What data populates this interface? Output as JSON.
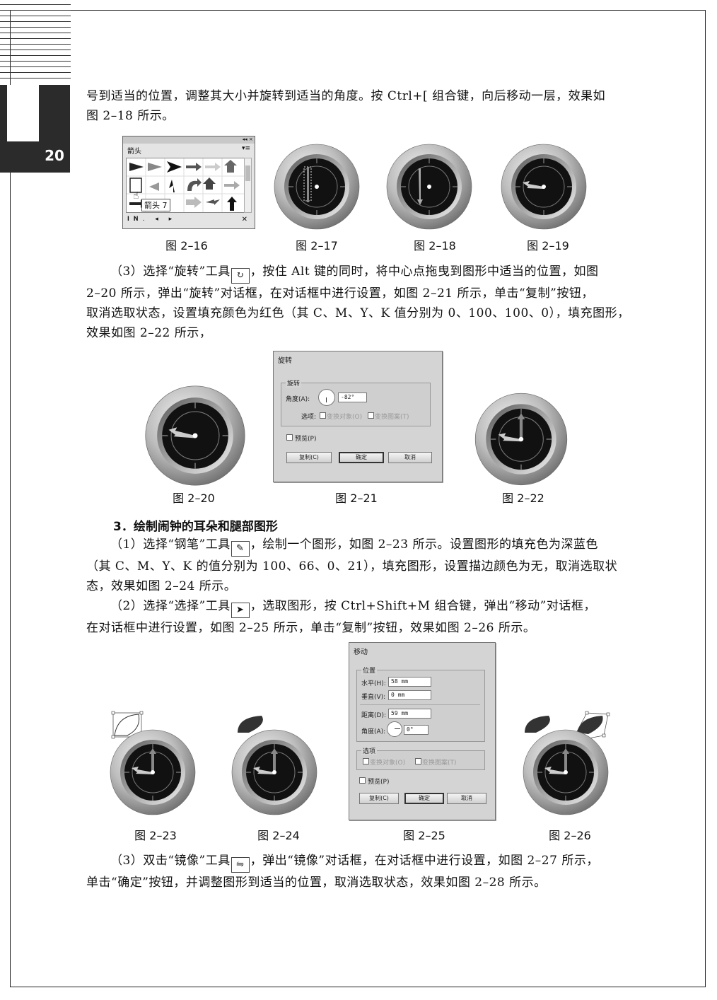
{
  "page_number": "20",
  "paragraphs": {
    "p1_l1": "号到适当的位置，调整其大小并旋转到适当的角度。按 Ctrl+[ 组合键，向后移动一层，效果如",
    "p1_l2": "图 2–18 所示。",
    "p2_l1a": "（3）选择“旋转”工具",
    "p2_l1b": "，按住 Alt 键的同时，将中心点拖曳到图形中适当的位置，如图",
    "p2_l2": "2–20 所示，弹出“旋转”对话框，在对话框中进行设置，如图 2–21 所示，单击“复制”按钮，",
    "p2_l3": "取消选取状态，设置填充颜色为红色（其 C、M、Y、K 值分别为 0、100、100、0），填充图形，",
    "p2_l4": "效果如图 2–22 所示，",
    "section_heading": "3．绘制闹钟的耳朵和腿部图形",
    "p3_l1a": "（1）选择“钢笔”工具",
    "p3_l1b": "，绘制一个图形，如图 2–23 所示。设置图形的填充色为深蓝色",
    "p3_l2": "（其 C、M、Y、K 的值分别为 100、66、0、21），填充图形，设置描边颜色为无，取消选取状",
    "p3_l3": "态，效果如图 2–24 所示。",
    "p4_l1a": "（2）选择“选择”工具",
    "p4_l1b": "，选取图形，按 Ctrl+Shift+M 组合键，弹出“移动”对话框，",
    "p4_l2": "在对话框中进行设置，如图 2–25 所示，单击“复制”按钮，效果如图 2–26 所示。",
    "p5_l1a": "（3）双击“镜像”工具",
    "p5_l1b": "，弹出“镜像”对话框，在对话框中进行设置，如图 2–27 所示，",
    "p5_l2": "单击“确定”按钮，并调整图形到适当的位置，取消选取状态，效果如图 2–28 所示。"
  },
  "captions": {
    "fig16": "图 2–16",
    "fig17": "图 2–17",
    "fig18": "图 2–18",
    "fig19": "图 2–19",
    "fig20": "图 2–20",
    "fig21": "图 2–21",
    "fig22": "图 2–22",
    "fig23": "图 2–23",
    "fig24": "图 2–24",
    "fig25": "图 2–25",
    "fig26": "图 2–26"
  },
  "symbol_panel": {
    "title": "箭头",
    "tooltip": "箭头 7"
  },
  "rotate_dialog": {
    "title": "旋转",
    "group": "旋转",
    "angle_label": "角度(A):",
    "angle_value": "-82°",
    "options_label": "选项:",
    "opt_transform_objects": "变换对象(O)",
    "opt_transform_patterns": "变换图案(T)",
    "preview": "预览(P)",
    "copy": "复制(C)",
    "ok": "确定",
    "cancel": "取消"
  },
  "move_dialog": {
    "title": "移动",
    "group_position": "位置",
    "horizontal_label": "水平(H):",
    "horizontal_value": "58 mm",
    "vertical_label": "垂直(V):",
    "vertical_value": "0 mm",
    "distance_label": "距离(D):",
    "distance_value": "59 mm",
    "angle_label": "角度(A):",
    "angle_value": "0°",
    "group_options": "选项",
    "opt_transform_objects": "变换对象(O)",
    "opt_transform_patterns": "变换图案(T)",
    "preview": "预览(P)",
    "copy": "复制(C)",
    "ok": "确定",
    "cancel": "取消"
  },
  "colors": {
    "header_bar": "#2b2b2b",
    "dialog_bg": "#d4d4d4"
  },
  "icons": [
    "rotate-tool-icon",
    "pen-tool-icon",
    "selection-tool-icon",
    "reflect-tool-icon"
  ]
}
